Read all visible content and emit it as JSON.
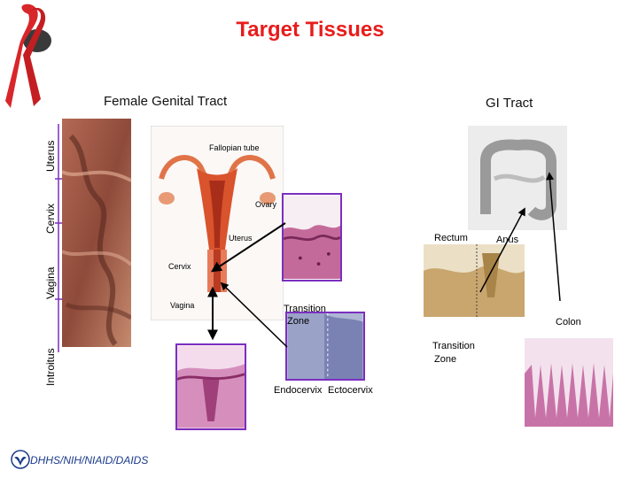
{
  "title": "Target Tissues",
  "sections": {
    "female": "Female Genital Tract",
    "gi": "GI Tract"
  },
  "side_labels": {
    "uterus": "Uterus",
    "cervix": "Cervix",
    "vagina": "Vagina",
    "introitus": "Introitus"
  },
  "anatomy_labels": {
    "fallopian": "Fallopian tube",
    "ovary": "Ovary",
    "uterus": "Uterus",
    "cervix": "Cervix",
    "vagina": "Vagina"
  },
  "labels": {
    "rectum": "Rectum",
    "anus": "Anus",
    "colon": "Colon",
    "transition_zone_1_line1": "Transition",
    "transition_zone_1_line2": "Zone",
    "transition_zone_2_line1": "Transition",
    "transition_zone_2_line2": "Zone",
    "endocervix": "Endocervix",
    "ectocervix": "Ectocervix"
  },
  "footer": "DHHS/NIH/NIAID/DAIDS",
  "colors": {
    "title": "#e81c1c",
    "frame": "#7b2fbf",
    "ribbon": "#d8262a"
  }
}
